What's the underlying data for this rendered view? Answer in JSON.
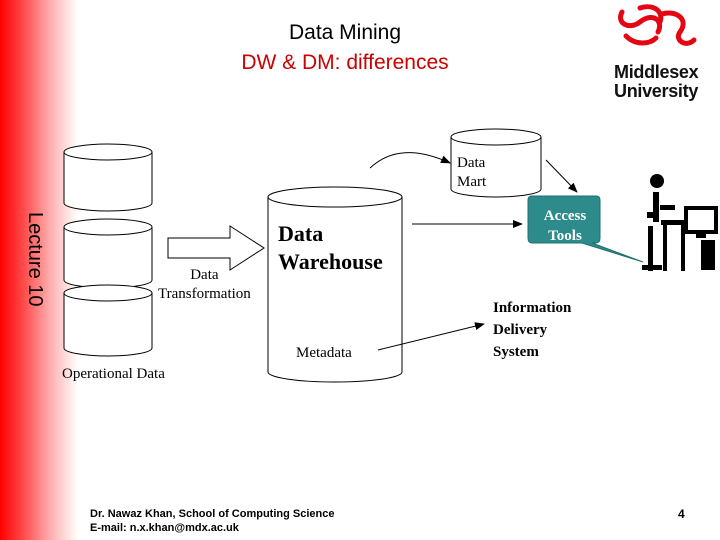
{
  "header": {
    "title": "Data Mining",
    "subtitle": "DW & DM: differences"
  },
  "side_label": "Lecture 10",
  "logo": {
    "line1": "Middlesex",
    "line2": "University",
    "color": "#e30613"
  },
  "diagram": {
    "data_transformation": [
      "Data",
      "Transformation"
    ],
    "data_warehouse": [
      "Data",
      "Warehouse"
    ],
    "data_mart": [
      "Data",
      "Mart"
    ],
    "metadata": "Metadata",
    "operational_data": "Operational Data",
    "access_tools": [
      "Access",
      "Tools"
    ],
    "information_delivery": [
      "Information",
      "Delivery",
      "System"
    ],
    "access_tools_color": "#2e8b8b"
  },
  "footer": {
    "line1": "Dr. Nawaz Khan, School of Computing Science",
    "line2": "E-mail: n.x.khan@mdx.ac.uk",
    "page": "4"
  }
}
